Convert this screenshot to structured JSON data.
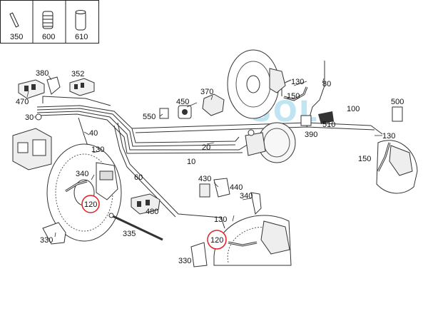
{
  "inset": {
    "items": [
      {
        "number": "350",
        "icon": "pin-icon"
      },
      {
        "number": "600",
        "icon": "spring-icon"
      },
      {
        "number": "610",
        "icon": "sleeve-icon"
      }
    ]
  },
  "watermark": "SOL",
  "callouts": [
    {
      "id": "c380",
      "text": "380"
    },
    {
      "id": "c352",
      "text": "352"
    },
    {
      "id": "c470",
      "text": "470"
    },
    {
      "id": "c30",
      "text": "30"
    },
    {
      "id": "c40",
      "text": "40"
    },
    {
      "id": "c130a",
      "text": "130"
    },
    {
      "id": "c340a",
      "text": "340"
    },
    {
      "id": "c60",
      "text": "60"
    },
    {
      "id": "c330a",
      "text": "330"
    },
    {
      "id": "c370",
      "text": "370"
    },
    {
      "id": "c450",
      "text": "450"
    },
    {
      "id": "c550",
      "text": "550"
    },
    {
      "id": "c20",
      "text": "20"
    },
    {
      "id": "c10",
      "text": "10"
    },
    {
      "id": "c130b",
      "text": "130"
    },
    {
      "id": "c150a",
      "text": "150"
    },
    {
      "id": "c80",
      "text": "80"
    },
    {
      "id": "c100",
      "text": "100"
    },
    {
      "id": "c390",
      "text": "390"
    },
    {
      "id": "c510",
      "text": "510"
    },
    {
      "id": "c500",
      "text": "500"
    },
    {
      "id": "c130c",
      "text": "130"
    },
    {
      "id": "c150b",
      "text": "150"
    },
    {
      "id": "c430",
      "text": "430"
    },
    {
      "id": "c440",
      "text": "440"
    },
    {
      "id": "c480",
      "text": "480"
    },
    {
      "id": "c335",
      "text": "335"
    },
    {
      "id": "c340b",
      "text": "340"
    },
    {
      "id": "c130d",
      "text": "130"
    },
    {
      "id": "c330b",
      "text": "330"
    }
  ],
  "highlighted": [
    {
      "id": "h120a",
      "text": "120"
    },
    {
      "id": "h120b",
      "text": "120"
    }
  ],
  "highlight_color": "#e02020",
  "line_color": "#333333",
  "watermark_color": "#49b7e0"
}
